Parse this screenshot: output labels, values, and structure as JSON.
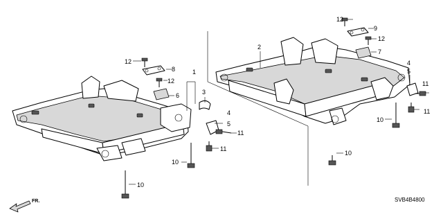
{
  "diagram_code": "SVB4B4800",
  "front_marker": "FR.",
  "callouts": {
    "c1": "1",
    "c2": "2",
    "c3": "3",
    "c4a": "4",
    "c4b": "4",
    "c5a": "5",
    "c5b": "5",
    "c6": "6",
    "c7": "7",
    "c8": "8",
    "c9": "9",
    "c10a": "10",
    "c10b": "10",
    "c10c": "10",
    "c10d": "10",
    "c11a": "11",
    "c11b": "11",
    "c11c": "11",
    "c11d": "11",
    "c12a": "12",
    "c12b": "12",
    "c12c": "12",
    "c12d": "12"
  }
}
